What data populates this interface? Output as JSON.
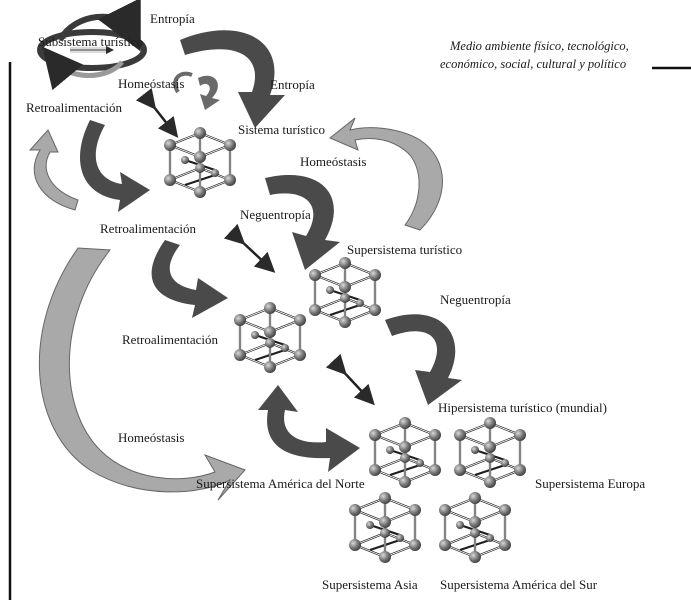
{
  "note": {
    "line1": "Medio ambiente físico, tecnológico,",
    "line2": "económico, social, cultural y político"
  },
  "labels": {
    "subsistema": "Subsistema turístico",
    "entropia_top": "Entropía",
    "entropia_right": "Entropía",
    "homeostasis_top": "Homeóstasis",
    "retro_top": "Retroalimentación",
    "sistema": "Sistema turístico",
    "homeostasis_mid": "Homeóstasis",
    "neguentropia_1": "Neguentropía",
    "retro_mid": "Retroalimentación",
    "supersistema": "Supersistema turístico",
    "neguentropia_2": "Neguentropía",
    "retro_low": "Retroalimentación",
    "hipersistema": "Hipersistema turístico (mundial)",
    "homeostasis_left": "Homeóstasis",
    "america_norte": "Supersistema América del Norte",
    "europa": "Supersistema Europa",
    "asia": "Supersistema Asia",
    "america_sur": "Supersistema América del Sur"
  },
  "colors": {
    "dark_arrow": "#4a4a4a",
    "light_arrow": "#a9a9a9",
    "node": "#6f6f6f",
    "line": "#111111"
  }
}
